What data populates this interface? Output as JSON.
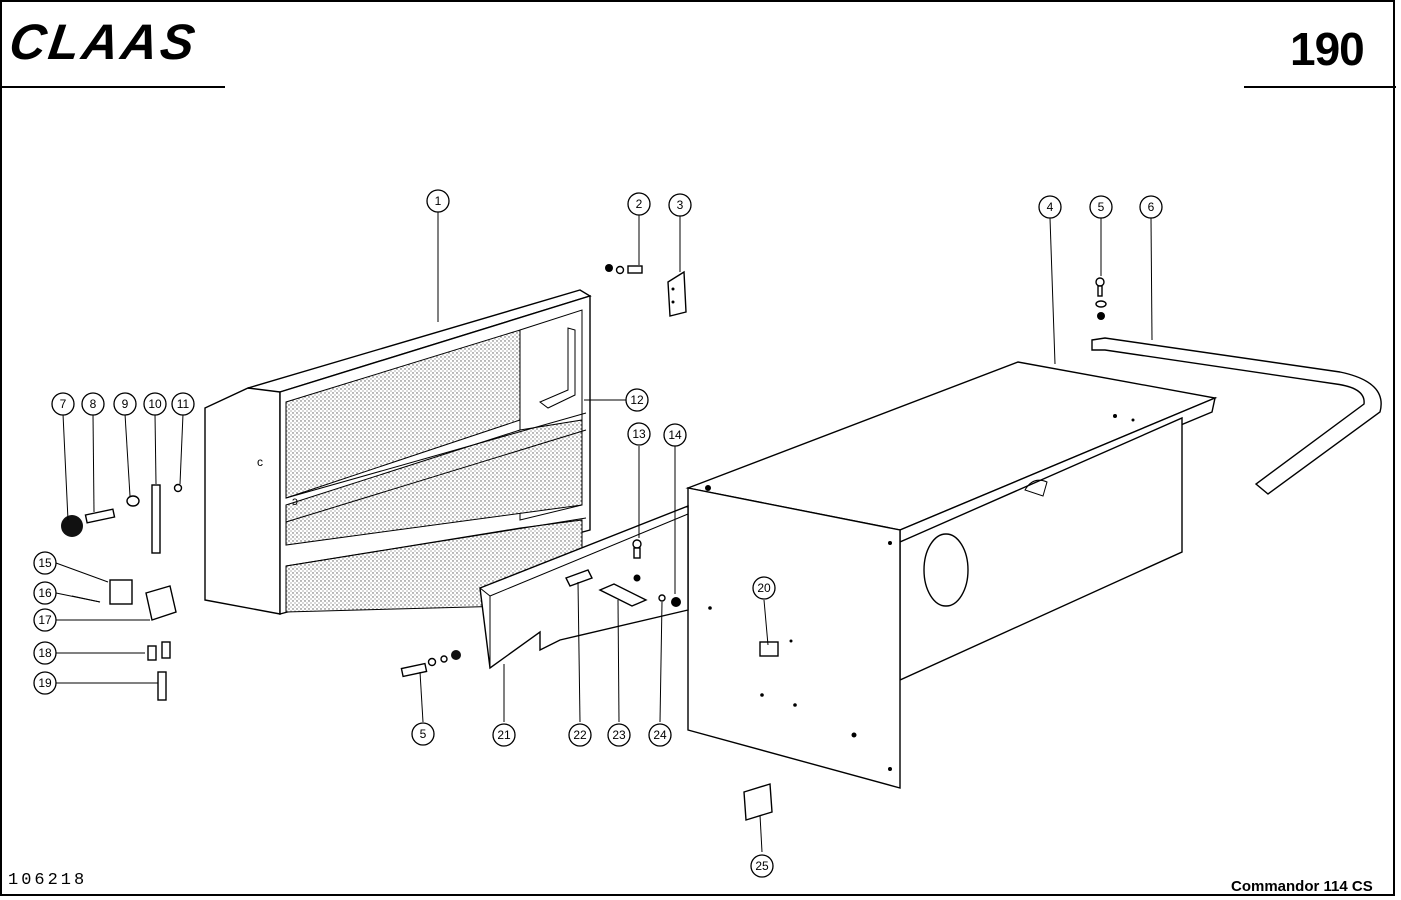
{
  "header": {
    "brand": "CLAAS",
    "page_number": "190"
  },
  "footer": {
    "document_number": "106218",
    "model": "Commandor 114 CS"
  },
  "callouts": [
    "1",
    "2",
    "3",
    "4",
    "5",
    "6",
    "7",
    "8",
    "9",
    "10",
    "11",
    "12",
    "13",
    "14",
    "15",
    "16",
    "17",
    "18",
    "19",
    "5",
    "21",
    "22",
    "23",
    "24",
    "20",
    "25"
  ]
}
